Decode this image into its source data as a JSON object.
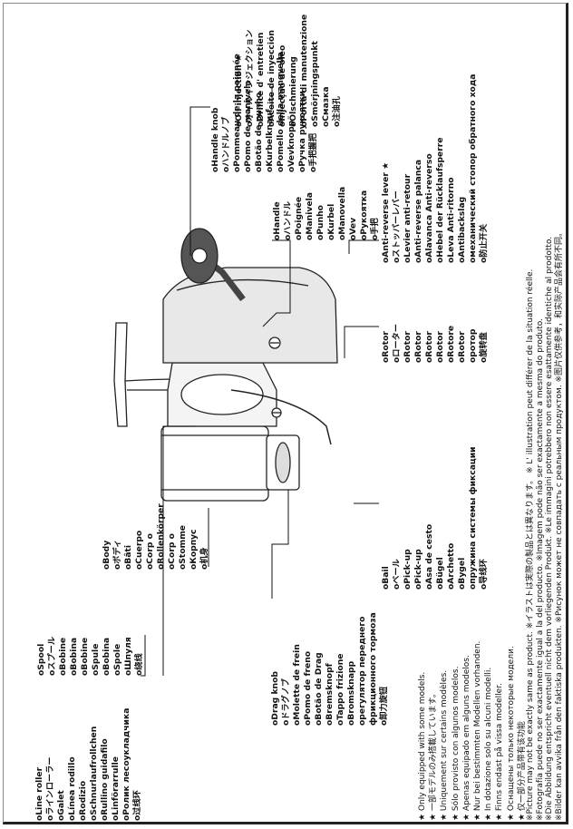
{
  "groups": {
    "spool": [
      "oSpool",
      "oスプール",
      "oBobine",
      "oBobina",
      "oBobine",
      "oSpule",
      "oBobina",
      "oSpole",
      "oШпуля",
      "o绕线"
    ],
    "body": [
      "oBody",
      "oボディ",
      "oBâti",
      "oCuerpo",
      "oCorp o",
      "oRollenkörper",
      "oCorp o",
      "oStomme",
      "oКорпус",
      "o机身"
    ],
    "line_roller": [
      "oLine roller",
      "oラインローラー",
      "oGalet",
      "oLínea rodillo",
      "oRodizio",
      "oSchnurlaufrollchen",
      "oRullino guidafilo",
      "oLinförarrulle",
      "oРолик лесоукладчика",
      "o过线环"
    ],
    "drag_knob": [
      "oDrag knob",
      "oドラグノブ",
      "oMolette de frein",
      "oPomo de freno",
      "oBotão de Drag",
      "oBremsknopf",
      "oTappo frizione",
      "oBromsknapp",
      "oрегулятор переднего",
      "фрикционного тормоза",
      "o卸力旋钮"
    ],
    "bail": [
      "oBail",
      "oベール",
      "oPick-up",
      "oPick-up",
      "oAsa de cesto",
      "oBügel",
      "oArchetto",
      "oBygel",
      "oпружина системы фиксации",
      "o导线环"
    ],
    "rotor": [
      "oRotor",
      "oローター",
      "oRotor",
      "oRotor",
      "oRotor",
      "oRotor",
      "oRotore",
      "oRotor",
      "oротор",
      "o旋转盘"
    ],
    "anti_reverse": [
      "oAnti-reverse lever ★",
      "oストッパーレバー",
      "oLevier anti-retour",
      "oAnti-reverse palanca",
      "oAlavanca Anti-reverso",
      "oHebel der Rücklaufsperre",
      "oLeva Anti-ritorno",
      "oAntibackslag",
      "oмеханический стопор обратного хода",
      "o防止开关"
    ],
    "handle": [
      "oHandle",
      "oハンドル",
      "oPoignée",
      "oManivela",
      "oPunho",
      "oKurbel",
      "oManovella",
      "oVev",
      "oРукоятка",
      "o手把"
    ],
    "handle_knob": [
      "oHandle knob",
      "oハンドルノブ",
      "oPommeau de la poignée",
      "oPomo de manivela",
      "oBotão de punho",
      "oKurbelknauf",
      "oPomello della manovella",
      "oVevknopp",
      "oРучка рукоятки",
      "o手把握把"
    ],
    "oil": [
      "oOil injection ★",
      "oオイルインジェクション",
      "oOrifice d' entretien",
      "oAceite de inyección",
      "oInjecção de óleo",
      "oÖlschmierung",
      "oPorta di manutenzione",
      "oSmörjningspunkt",
      "oСмазка",
      "o注油孔"
    ]
  },
  "models_note": [
    "★  Only equipped with some models.",
    "★  一部モデルのみ搭載しています。",
    "★  Uniquement sur certains modèles.",
    "★  Sólo provisto con algunos modelos.",
    "★  Apenas equipado em alguns modelos.",
    "★  Nur bei bestimmten Modellen vorhanden.",
    "★  In dotazione solo su alcuni modelli.",
    "★  Finns endast på vissa modeller.",
    "★  Оснащены только некоторые модели.",
    "★  仅一部分产品带有该功能"
  ],
  "disclaimer": [
    "※Picture may not be exactly same as product.  ※イラストは実際の製品とは異なります。  ※ L' illustration peut différer de la situation réelle.",
    "※Fotografía puede no ser exactamente igual a la del producto.  ※Imagem pode não ser exactamente a mesma do produto.",
    "※Die Abbildung entspricht eventuell nicht dem vorliegenden Produkt.  ※Le immagini potrebbero non essere esattamente identiche al prodotto.",
    "※Bilder kan avvika från den faktiska produkten.  ※Рисунок может не совпадать с реальным продуктом.  ※图片仅供参考，和实际产品会有所不同。"
  ]
}
